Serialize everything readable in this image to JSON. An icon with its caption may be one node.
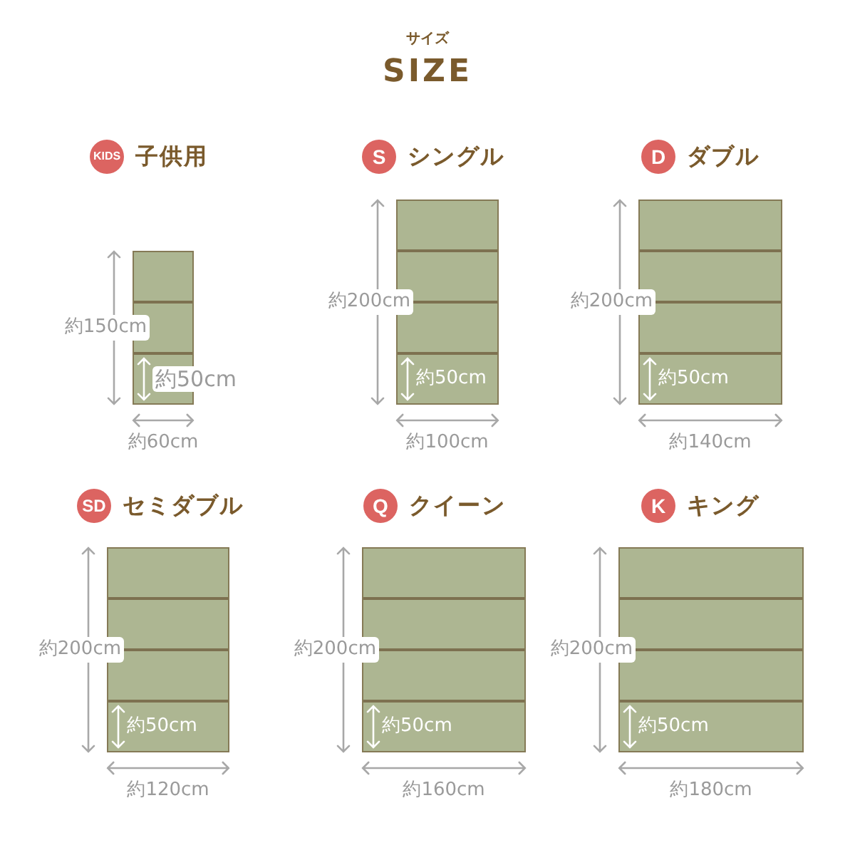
{
  "diagram": {
    "title": "SIZE",
    "nodes": [
      {
        "text": [
          "KIDS"
        ],
        "beside": [
          "子供用"
        ]
      },
      {
        "text": [
          "約50cm"
        ]
      },
      {
        "text": [
          "S"
        ],
        "beside": [
          "シングル"
        ]
      },
      {
        "text": [
          "約50cm"
        ]
      },
      {
        "text": [
          "D"
        ],
        "beside": [
          "ダブル"
        ]
      },
      {
        "text": [
          "約50cm"
        ]
      },
      {
        "text": [
          "SD"
        ],
        "beside": [
          "セミダブル"
        ]
      },
      {
        "text": [
          "約50cm"
        ]
      },
      {
        "text": [
          "Q"
        ],
        "beside": [
          "クイーン"
        ]
      },
      {
        "text": [
          "約50cm"
        ]
      },
      {
        "text": [
          "K"
        ],
        "beside": [
          "キング"
        ]
      },
      {
        "text": [
          "約50cm"
        ]
      }
    ],
    "labels": [
      "サイズ",
      "約150cm",
      "約60cm",
      "約200cm",
      "約100cm",
      "約200cm",
      "約140cm",
      "約200cm",
      "約120cm",
      "約200cm",
      "約160cm",
      "約200cm",
      "約180cm"
    ]
  }
}
